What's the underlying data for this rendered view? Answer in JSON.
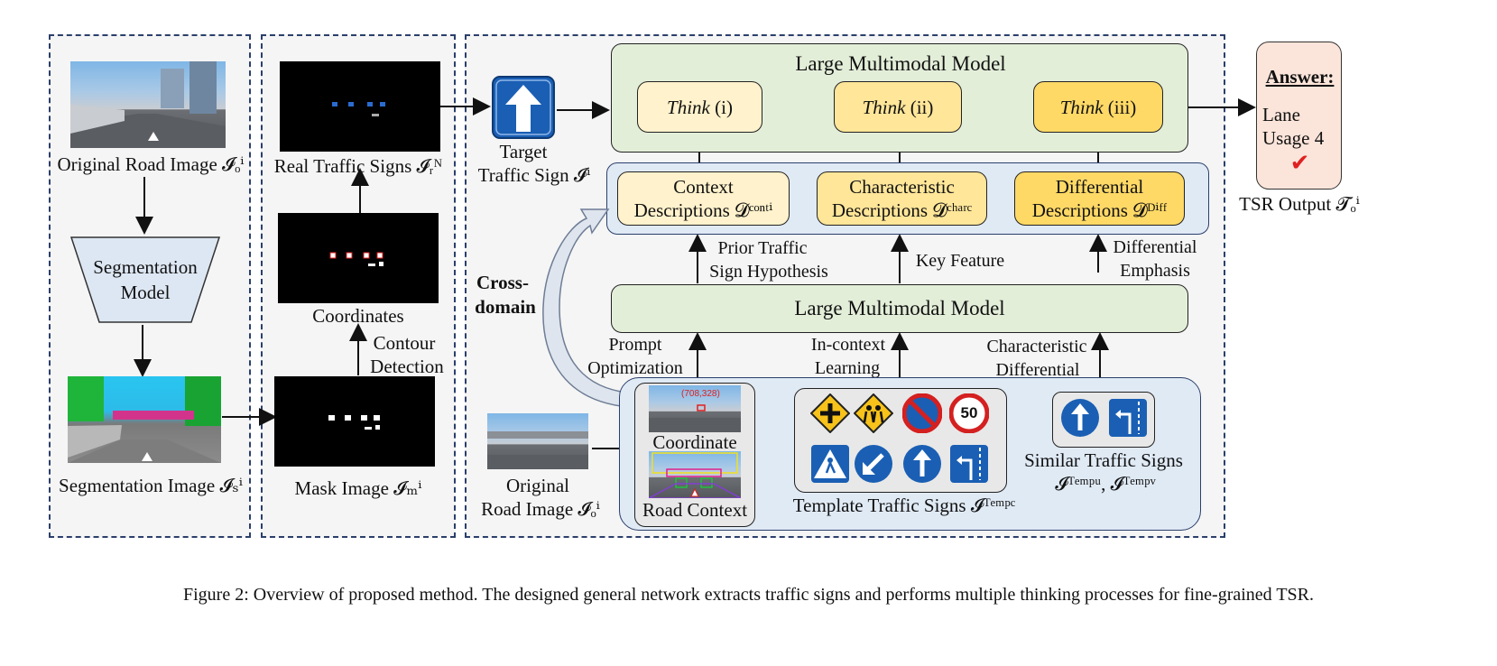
{
  "left_panel": {
    "original_road_image_label": "Original Road Image 𝓘ₒⁱ",
    "segmentation_model_label_1": "Segmentation",
    "segmentation_model_label_2": "Model",
    "segmentation_image_label": "Segmentation Image 𝓘ₛⁱ"
  },
  "middle_panel": {
    "real_traffic_signs_label": "Real Traffic Signs 𝓘ᵣᴺ",
    "coordinates_label": "Coordinates",
    "contour_detection_label_1": "Contour",
    "contour_detection_label_2": "Detection",
    "mask_image_label": "Mask Image 𝓘ₘⁱ"
  },
  "right_panel": {
    "target_label_1": "Target",
    "target_label_2": "Traffic Sign 𝓘ⁱ",
    "lmm_top_label": "Large Multimodal Model",
    "think_word": "Think",
    "think_1_suffix": " (i)",
    "think_2_suffix": " (ii)",
    "think_3_suffix": " (iii)",
    "context_desc_1": "Context",
    "context_desc_2": "Descriptions 𝓓ᶜᵒⁿᵗⁱ",
    "char_desc_1": "Characteristic",
    "char_desc_2": "Descriptions 𝓓ᶜʰᵃʳᶜ",
    "diff_desc_1": "Differential",
    "diff_desc_2": "Descriptions 𝓓ᴰⁱᶠᶠ",
    "prior_1": "Prior Traffic",
    "prior_2": "Sign Hypothesis",
    "key_feature": "Key Feature",
    "diff_emph_1": "Differential",
    "diff_emph_2": "Emphasis",
    "cross_domain_1": "Cross-",
    "cross_domain_2": "domain",
    "lmm_mid_label": "Large Multimodal Model",
    "prompt_opt_1": "Prompt",
    "prompt_opt_2": "Optimization",
    "in_context_1": "In-context",
    "in_context_2": "Learning",
    "char_diff_1": "Characteristic",
    "char_diff_2": "Differential",
    "original_road_1": "Original",
    "original_road_2": "Road Image 𝓘ₒⁱ",
    "coordinate_label": "Coordinate",
    "coordinate_readout": "(708,328)",
    "road_context_label": "Road Context",
    "template_signs_label": "Template Traffic Signs 𝓘ᵀᵉᵐᵖᶜ",
    "speed_limit_value": "50",
    "similar_signs_1": "Similar Traffic Signs",
    "similar_signs_2": "𝓘ᵀᵉᵐᵖᵘ, 𝓘ᵀᵉᵐᵖᵛ"
  },
  "answer": {
    "title": "Answer:",
    "line1": "Lane",
    "line2": "Usage 4",
    "check_icon": "✔",
    "output_label": "TSR Output 𝓣ₒⁱ"
  },
  "caption": "Figure 2: Overview of proposed method. The designed general network extracts traffic signs and performs multiple thinking processes for fine-grained TSR.",
  "colors": {
    "panel_border": "#2b3f6b",
    "lmm_green": "#e3eed9",
    "desc_blue": "#e0eaf5",
    "think_yellow_1": "#fff2cc",
    "think_yellow_2": "#ffe699",
    "think_yellow_3": "#ffd966",
    "answer_pink": "#fbe4d9",
    "check_red": "#e02020",
    "sign_blue": "#1a5fb4"
  }
}
